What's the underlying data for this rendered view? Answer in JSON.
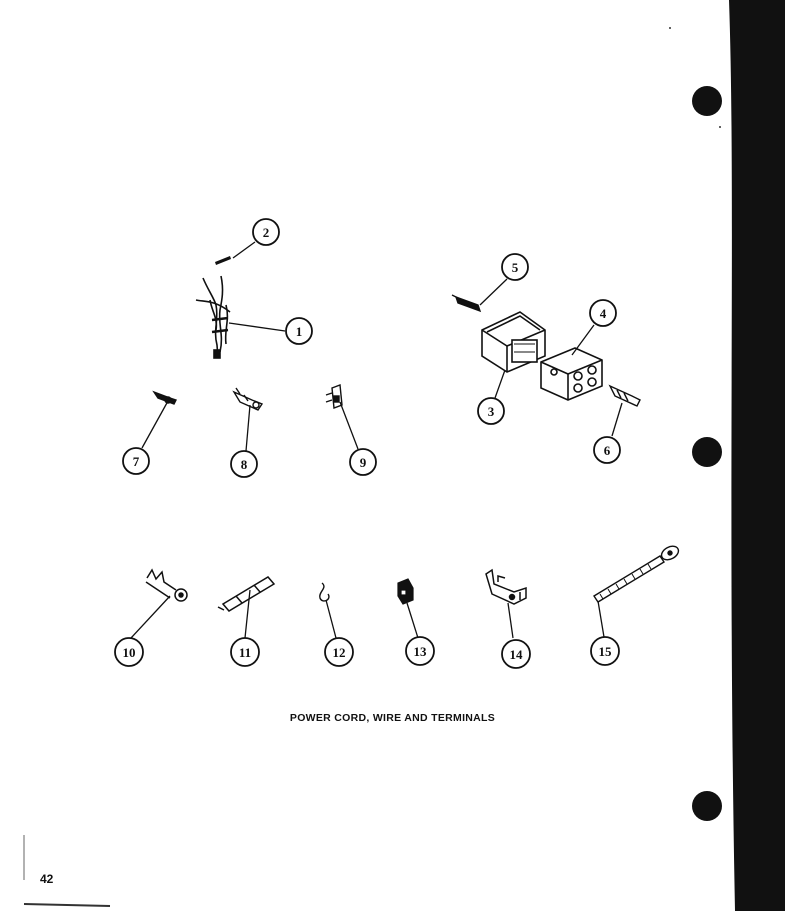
{
  "caption": "POWER CORD, WIRE AND TERMINALS",
  "page_number": "42",
  "callouts": [
    "1",
    "2",
    "3",
    "4",
    "5",
    "6",
    "7",
    "8",
    "9",
    "10",
    "11",
    "12",
    "13",
    "14",
    "15"
  ]
}
